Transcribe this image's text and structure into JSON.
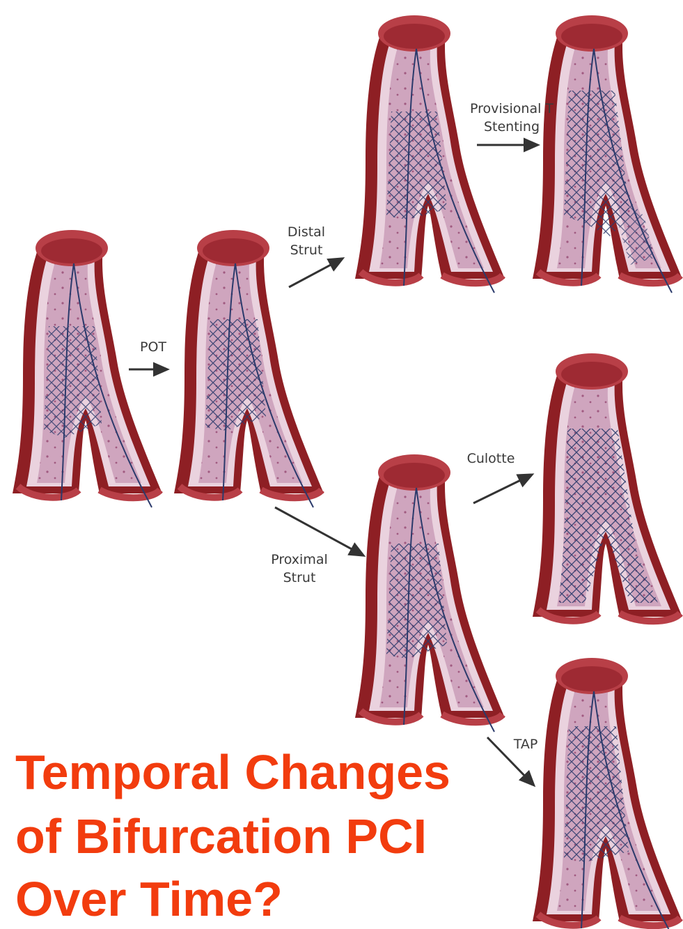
{
  "diagram": {
    "steps": {
      "pot": "POT",
      "distal_strut": "Distal\nStrut",
      "provisional_t": "Provisional T\nStenting",
      "proximal_strut": "Proximal\nStrut",
      "culotte": "Culotte",
      "tap": "TAP"
    },
    "colors": {
      "vessel_outer": "#8e1f24",
      "vessel_cap": "#b83f47",
      "vessel_lumen": "#cfa5be",
      "vessel_lining": "#ead2de",
      "stent_mesh": "#2b3a6b",
      "arrow": "#333333"
    }
  },
  "title": {
    "line1": "Temporal Changes",
    "line2": "of Bifurcation PCI",
    "line3": "Over Time?",
    "color": "#f23c0e"
  }
}
